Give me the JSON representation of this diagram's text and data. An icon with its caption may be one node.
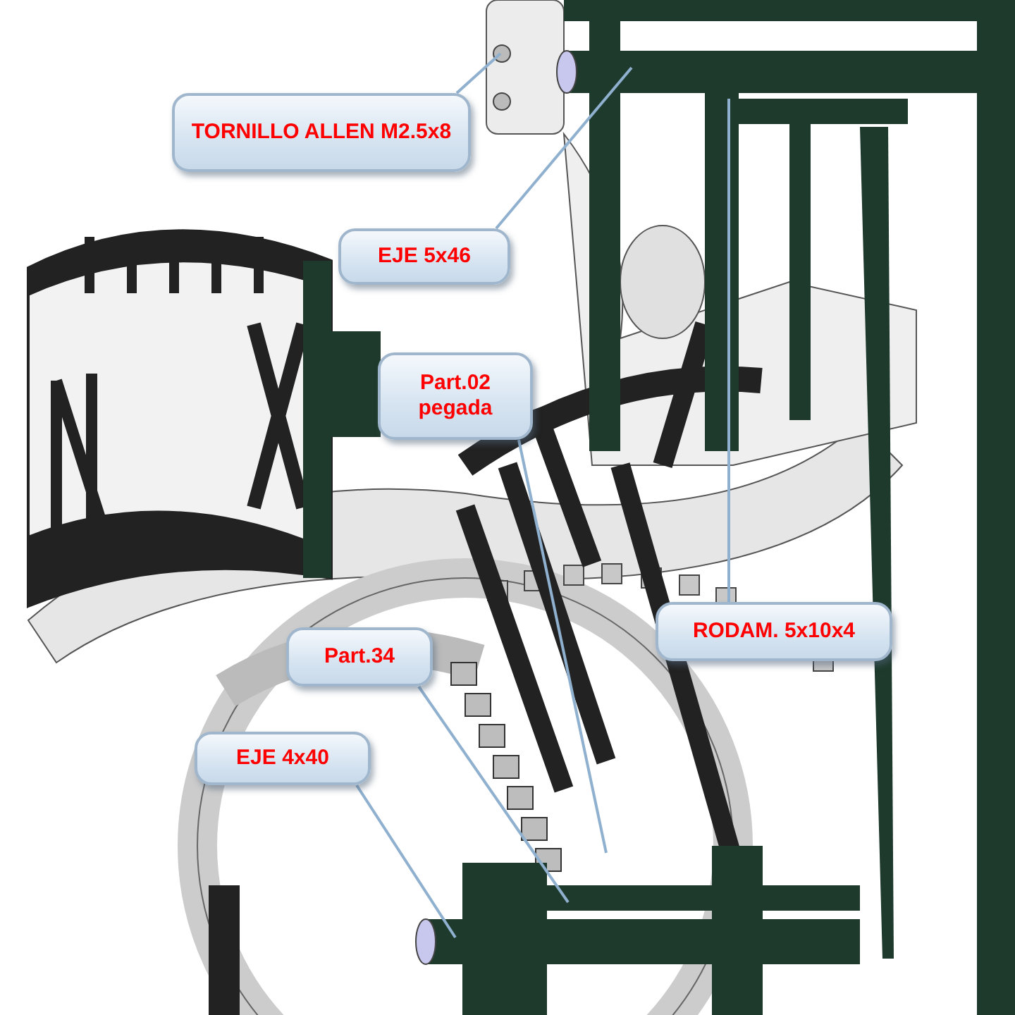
{
  "diagram": {
    "nodes": [
      {
        "text": [
          "TORNILLO ALLEN M2.5x8"
        ]
      },
      {
        "text": [
          "EJE 5x46"
        ]
      },
      {
        "text": [
          "Part.02 pegada"
        ]
      },
      {
        "text": [
          "RODAM. 5x10x4"
        ]
      },
      {
        "text": [
          "Part.34"
        ]
      },
      {
        "text": [
          "EJE 4x40"
        ]
      }
    ],
    "edges": [
      {
        "from": 0,
        "to": null,
        "arrow": "none"
      },
      {
        "from": 1,
        "to": null,
        "arrow": "none"
      },
      {
        "from": 2,
        "to": null,
        "arrow": "none"
      },
      {
        "from": 3,
        "to": null,
        "arrow": "none"
      },
      {
        "from": 4,
        "to": null,
        "arrow": "none"
      },
      {
        "from": 5,
        "to": null,
        "arrow": "none"
      }
    ]
  }
}
